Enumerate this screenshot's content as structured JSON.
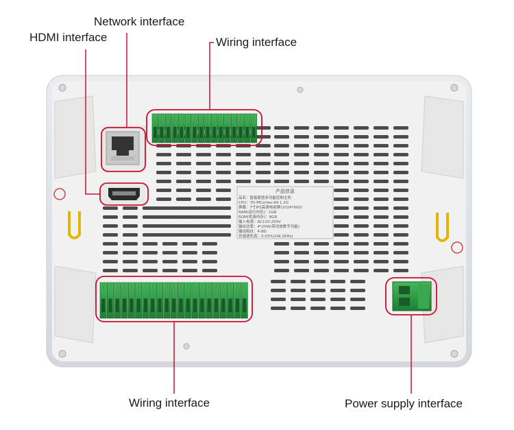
{
  "callouts": {
    "network": "Network interface",
    "hdmi": "HDMI interface",
    "wiring_top": "Wiring interface",
    "wiring_bottom": "Wiring interface",
    "power": "Power supply interface"
  },
  "label_sticker": {
    "title": "产品信息",
    "lines": [
      "品名：智能家居多功能控制主机",
      "CPU：YD-MCortex-A9 1.2G",
      "屏幕：7寸IPS高清电容屏(1024*600)",
      "RAM(运行内存)：1GB",
      "ROM(机身内存)：8GB",
      "输入电源：AC110-250V",
      "输出功率：4*25W(带功放数字功能)",
      "输出阻抗：4-8Ω",
      "总谐波失真：0.03%(1W,1KHz)"
    ]
  },
  "colors": {
    "callout_line": "#c8102e",
    "terminal_green": "#2e9e45",
    "panel": "#f2f2f2"
  }
}
